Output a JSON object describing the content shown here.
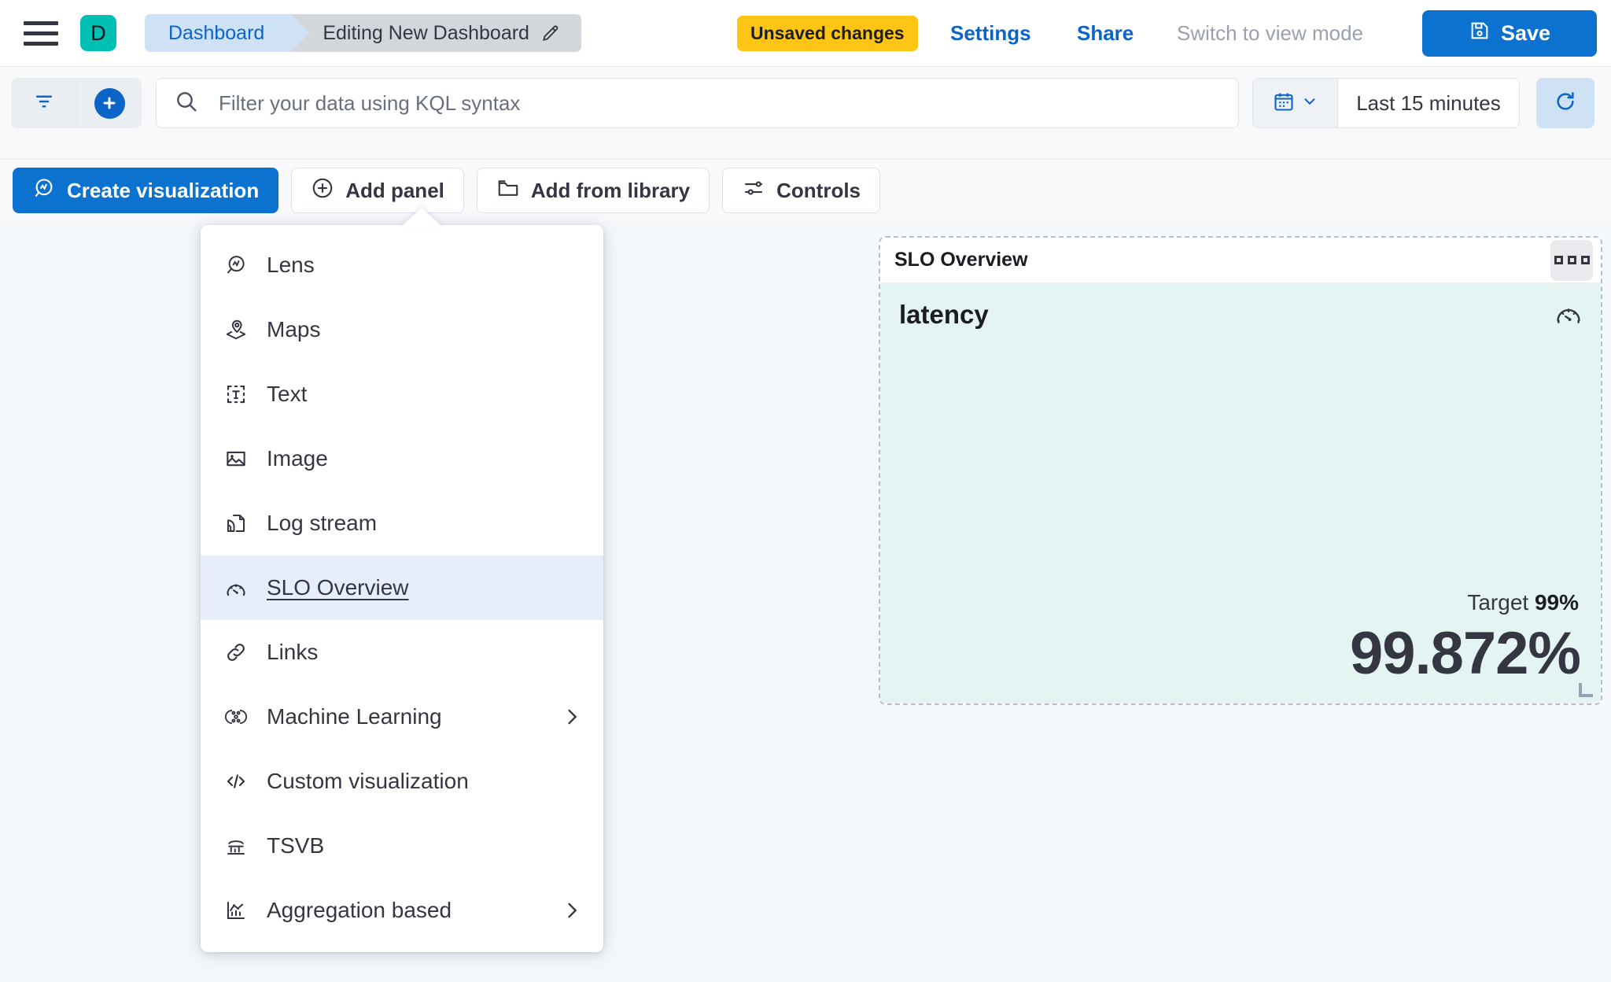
{
  "header": {
    "menu_icon": "hamburger-icon",
    "avatar_letter": "D",
    "breadcrumb": [
      {
        "label": "Dashboard"
      },
      {
        "label": "Editing New Dashboard",
        "icon": "pencil-icon"
      }
    ],
    "unsaved_badge": "Unsaved changes",
    "settings_link": "Settings",
    "share_link": "Share",
    "view_mode_link": "Switch to view mode",
    "save_label": "Save",
    "save_icon": "save-disk-icon",
    "accent_blue": "#0b72cf",
    "badge_yellow": "#fec514",
    "avatar_teal": "#00bfb3"
  },
  "query_bar": {
    "filter_icon": "filter-icon",
    "add_filter_icon": "plus-circle-icon",
    "search_icon": "search-icon",
    "search_value": "",
    "search_placeholder": "Filter your data using KQL syntax",
    "calendar_icon": "calendar-icon",
    "calendar_caret": "chevron-down-icon",
    "time_range": "Last 15 minutes",
    "refresh_icon": "refresh-icon"
  },
  "toolbar": {
    "buttons": [
      {
        "label": "Create visualization",
        "icon": "lens-icon",
        "primary": true
      },
      {
        "label": "Add panel",
        "icon": "plus-in-circle-icon",
        "primary": false
      },
      {
        "label": "Add from library",
        "icon": "folder-icon",
        "primary": false
      },
      {
        "label": "Controls",
        "icon": "controls-icon",
        "primary": false
      }
    ]
  },
  "add_panel_menu": {
    "open": true,
    "items": [
      {
        "label": "Lens",
        "icon": "lens-icon",
        "submenu": false,
        "selected": false
      },
      {
        "label": "Maps",
        "icon": "map-marker-icon",
        "submenu": false,
        "selected": false
      },
      {
        "label": "Text",
        "icon": "text-box-icon",
        "submenu": false,
        "selected": false
      },
      {
        "label": "Image",
        "icon": "image-icon",
        "submenu": false,
        "selected": false
      },
      {
        "label": "Log stream",
        "icon": "log-stream-icon",
        "submenu": false,
        "selected": false
      },
      {
        "label": "SLO Overview",
        "icon": "gauge-icon",
        "submenu": false,
        "selected": true
      },
      {
        "label": "Links",
        "icon": "link-icon",
        "submenu": false,
        "selected": false
      },
      {
        "label": "Machine Learning",
        "icon": "ml-icon",
        "submenu": true,
        "selected": false
      },
      {
        "label": "Custom visualization",
        "icon": "code-icon",
        "submenu": false,
        "selected": false
      },
      {
        "label": "TSVB",
        "icon": "tsvb-icon",
        "submenu": false,
        "selected": false
      },
      {
        "label": "Aggregation based",
        "icon": "agg-chart-icon",
        "submenu": true,
        "selected": false
      }
    ],
    "highlight_color": "#e7eefa"
  },
  "slo_panel": {
    "title": "SLO Overview",
    "context_menu_icon": "three-squares-icon",
    "metric_name": "latency",
    "gauge_icon": "gauge-icon",
    "target_label": "Target",
    "target_value": "99%",
    "sli_value": "99.872%",
    "body_color": "#e3f4f2",
    "resize_handle_icon": "resize-corner-icon"
  }
}
